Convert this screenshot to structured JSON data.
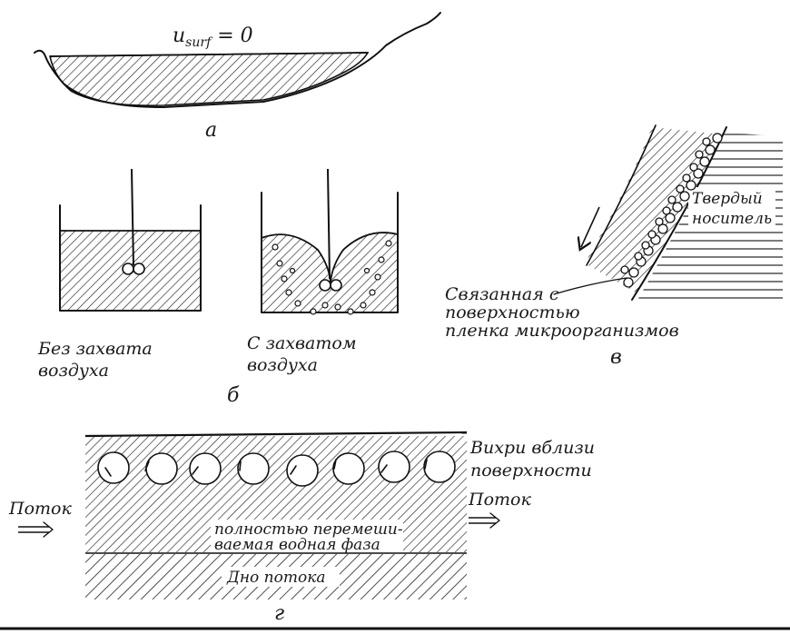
{
  "panel_a": {
    "label": "а",
    "equation_var": "u",
    "equation_sub": "surf",
    "equation_rest": " = 0"
  },
  "panel_b": {
    "label": "б",
    "left_caption_line1": "Без захвата",
    "left_caption_line2": "воздуха",
    "right_caption_line1": "С захватом",
    "right_caption_line2": "воздуха"
  },
  "panel_v": {
    "label": "в",
    "support_line1": "Твердый",
    "support_line2": "носитель",
    "film_line1": "Связанная с",
    "film_line2": "поверхностью",
    "film_line3": "пленка микроорганизмов"
  },
  "panel_g": {
    "label": "г",
    "vortex_line1": "Вихри вблизи",
    "vortex_line2": "поверхности",
    "flow_in": "Поток",
    "flow_out": "Поток",
    "mixed_line1": "полностью перемеши-",
    "mixed_line2": "ваемая водная фаза",
    "bottom": "Дно потока"
  }
}
